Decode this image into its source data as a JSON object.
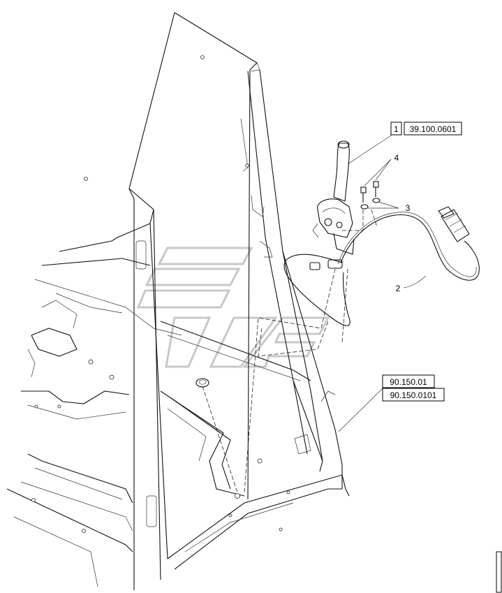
{
  "callouts": {
    "part_1": {
      "index": "1",
      "ref": "39.100.0601"
    },
    "part_2": {
      "index": "2"
    },
    "part_3": {
      "index": "3"
    },
    "part_4": {
      "index": "4"
    },
    "refs": [
      "90.150.01",
      "90.150.0101"
    ]
  }
}
